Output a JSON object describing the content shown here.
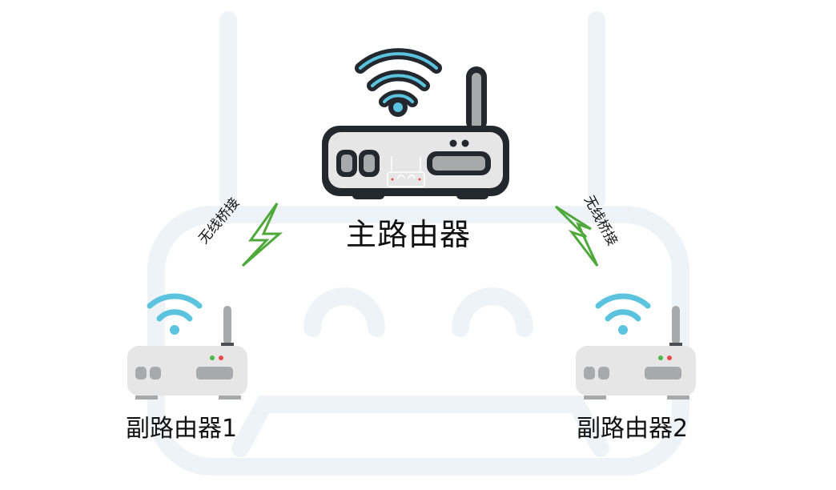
{
  "diagram": {
    "type": "wireless-bridge-topology",
    "colors": {
      "wifi_blue": "#5bc3dd",
      "outline_dark": "#22282e",
      "router_body": "#e6e6e6",
      "router_gray": "#a8a9ab",
      "bolt_green": "#4ea83a",
      "led_green": "#4cb648",
      "led_red": "#e84b4b",
      "watermark": "#eef3f8"
    },
    "nodes": [
      {
        "id": "main",
        "label": "主路由器"
      },
      {
        "id": "sub1",
        "label": "副路由器1"
      },
      {
        "id": "sub2",
        "label": "副路由器2"
      }
    ],
    "links": [
      {
        "from": "main",
        "to": "sub1",
        "label": "无线桥接"
      },
      {
        "from": "main",
        "to": "sub2",
        "label": "无线桥接"
      }
    ]
  }
}
